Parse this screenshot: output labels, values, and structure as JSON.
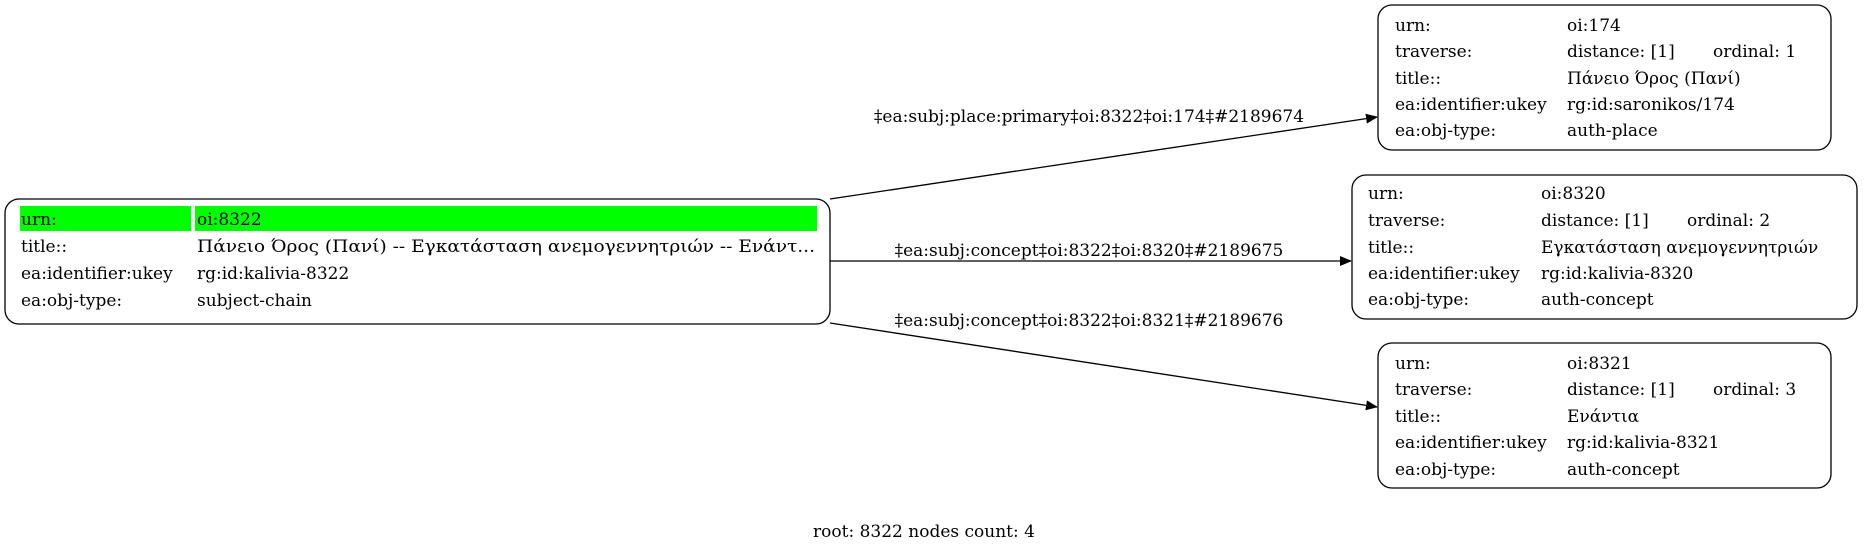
{
  "root_node": {
    "rows": [
      {
        "key": "urn:",
        "value": "oi:8322"
      },
      {
        "key": "title::",
        "value": "Πάνειο Όρος (Πανί) -- Εγκατάσταση ανεμογεννητριών -- Ενάντ..."
      },
      {
        "key": "ea:identifier:ukey",
        "value": "rg:id:kalivia-8322"
      },
      {
        "key": "ea:obj-type:",
        "value": "subject-chain"
      }
    ],
    "highlight_color": "#00ff00"
  },
  "nodes": [
    {
      "urn_key": "urn:",
      "urn": "oi:174",
      "traverse_key": "traverse:",
      "distance": "distance: [1]",
      "ordinal": "ordinal: 1",
      "title_key": "title::",
      "title": "Πάνειο Όρος (Πανί)",
      "ukey_key": "ea:identifier:ukey",
      "ukey": "rg:id:saronikos/174",
      "type_key": "ea:obj-type:",
      "type": "auth-place"
    },
    {
      "urn_key": "urn:",
      "urn": "oi:8320",
      "traverse_key": "traverse:",
      "distance": "distance: [1]",
      "ordinal": "ordinal: 2",
      "title_key": "title::",
      "title": "Εγκατάσταση ανεμογεννητριών",
      "ukey_key": "ea:identifier:ukey",
      "ukey": "rg:id:kalivia-8320",
      "type_key": "ea:obj-type:",
      "type": "auth-concept"
    },
    {
      "urn_key": "urn:",
      "urn": "oi:8321",
      "traverse_key": "traverse:",
      "distance": "distance: [1]",
      "ordinal": "ordinal: 3",
      "title_key": "title::",
      "title": "Ενάντια",
      "ukey_key": "ea:identifier:ukey",
      "ukey": "rg:id:kalivia-8321",
      "type_key": "ea:obj-type:",
      "type": "auth-concept"
    }
  ],
  "edges": [
    {
      "label": "‡ea:subj:place:primary‡oi:8322‡oi:174‡#2189674"
    },
    {
      "label": "‡ea:subj:concept‡oi:8322‡oi:8320‡#2189675"
    },
    {
      "label": "‡ea:subj:concept‡oi:8322‡oi:8321‡#2189676"
    }
  ],
  "footer": "root: 8322 nodes count: 4"
}
